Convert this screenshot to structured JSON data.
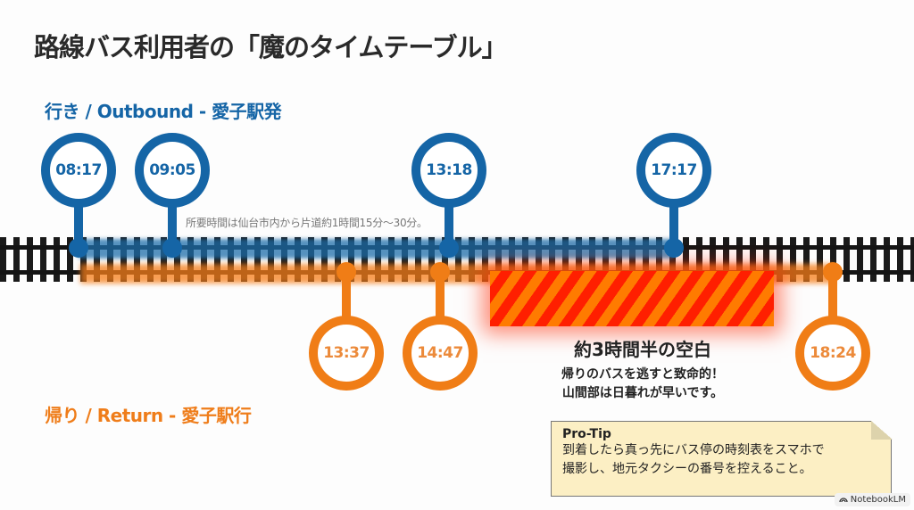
{
  "title": "路線バス利用者の「魔のタイムテーブル」",
  "outbound": {
    "label": "行き / Outbound - 愛子駅発",
    "color": "#1565a6",
    "times": [
      "08:17",
      "09:05",
      "13:18",
      "17:17"
    ]
  },
  "travel_note": "所要時間は仙台市内から片道約1時間15分〜30分。",
  "return": {
    "label": "帰り / Return - 愛子駅行",
    "color": "#f07d16",
    "times": [
      "13:37",
      "14:47",
      "18:24"
    ]
  },
  "gap": {
    "title": "約3時間半の空白",
    "line1": "帰りのバスを逃すと致命的！",
    "line2": "山間部は日暮れが早いです。"
  },
  "tip": {
    "heading": "Pro-Tip",
    "line1": "到着したら真っ先にバス停の時刻表をスマホで",
    "line2": "撮影し、地元タクシーの番号を控えること。"
  },
  "badge": {
    "icon": "notebooklm-icon",
    "label": "NotebookLM"
  }
}
